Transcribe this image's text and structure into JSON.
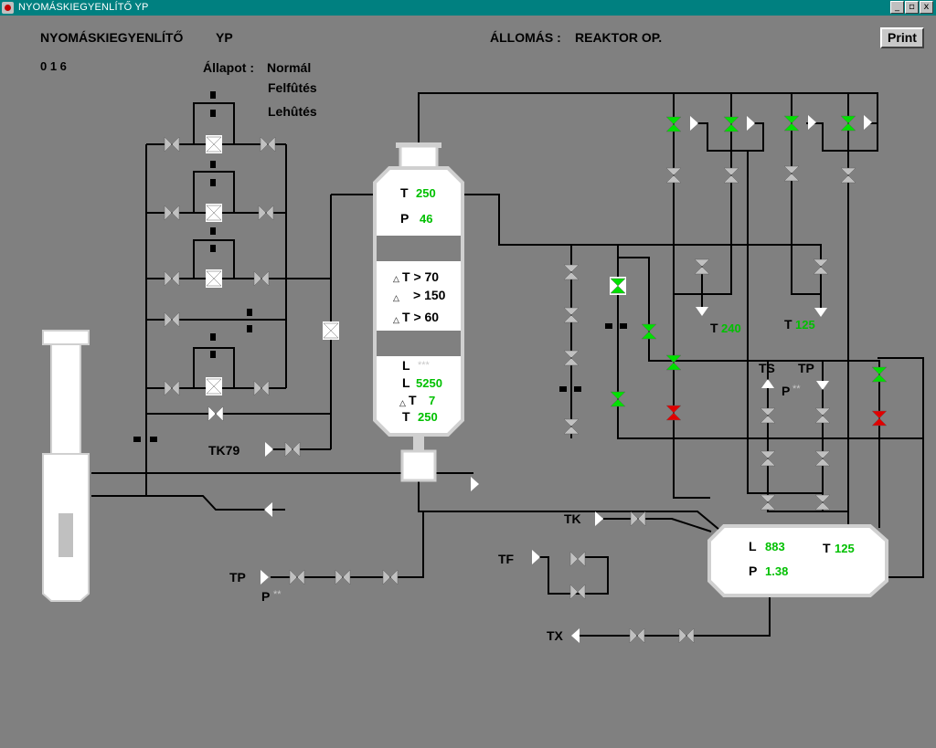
{
  "window": {
    "title": "NYOMÁSKIEGYENLÍTŐ  YP",
    "min": "_",
    "max": "▫",
    "close": "x"
  },
  "header": {
    "left_title": "NYOMÁSKIEGYENLÍTŐ",
    "left_code": "YP",
    "station_label": "ÁLLOMÁS :",
    "station_value": "REAKTOR  OP.",
    "number": "0 1 6",
    "state_label": "Állapot  :",
    "state_normal": "Normál",
    "state_heating": "Felfûtés",
    "state_cooling": "Lehûtés",
    "print_label": "Print"
  },
  "vessel": {
    "t_label": "T",
    "t_value": "250",
    "p_label": "P",
    "p_value": "46",
    "c1": "T > 70",
    "c2": "> 150",
    "c3": "T > 60",
    "l1_label": "L",
    "l1_value": "***",
    "l2_label": "L",
    "l2_value": "5250",
    "dt_label": "T",
    "dt_value": "7",
    "t2_label": "T",
    "t2_value": "250"
  },
  "tank": {
    "l_label": "L",
    "l_value": "883",
    "t_label": "T",
    "t_value": "125",
    "p_label": "P",
    "p_value": "1.38"
  },
  "tags": {
    "tk79": "TK79",
    "tp": "TP",
    "p_star_label": "P",
    "p_star_value": "**",
    "tk": "TK",
    "tf": "TF",
    "tx": "TX",
    "t240_label": "T",
    "t240_value": "240",
    "t125_label": "T",
    "t125_value": "125",
    "ts": "TS",
    "tp2": "TP",
    "p2_label": "P",
    "p2_value": "**"
  },
  "colors": {
    "open": "#00e000",
    "closed": "#e00000",
    "inactive": "#c0c0c0",
    "white": "#ffffff"
  }
}
